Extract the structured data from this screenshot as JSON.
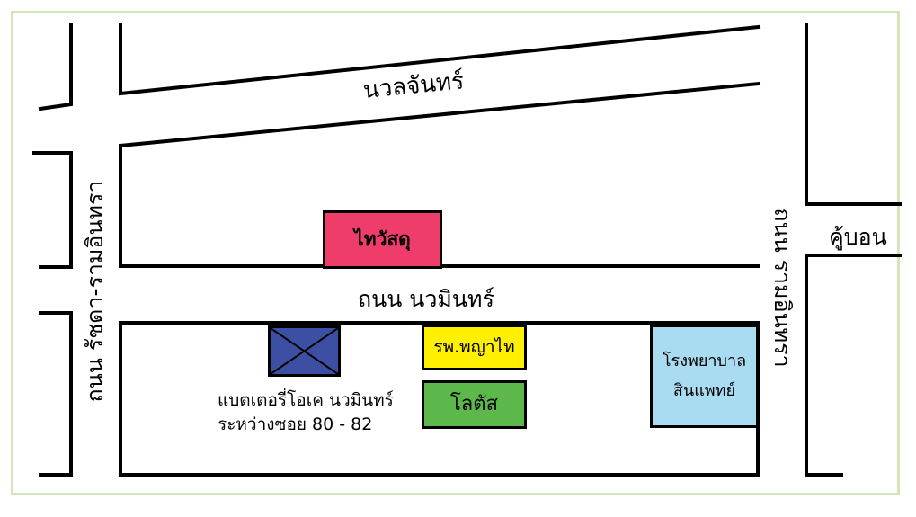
{
  "roads": {
    "nawalchan": "นวลจันทร์",
    "nawamin": "ถนน นวมินทร์",
    "ratchada_ramintra": "ถนน รัชดา-รามอินทรา",
    "ramintra": "ถนน รามอินทรา",
    "khubon": "คู้บอน"
  },
  "places": {
    "thaiwatsadu": "ไทวัสดุ",
    "phyathai_hospital": "รพ.พญาไท",
    "lotus": "โลตัส",
    "sinphaet_line1": "โรงพยาบาล",
    "sinphaet_line2": "สินแพทย์",
    "battery_shop_line1": "แบตเตอรี่โอเค นวมินทร์",
    "battery_shop_line2": "ระหว่างซอย 80 - 82"
  },
  "colors": {
    "thaiwatsadu": "#ee3d6b",
    "phyathai_hospital": "#ffef00",
    "lotus": "#5cb84a",
    "sinphaet": "#a9dcf0",
    "battery_shop": "#3d4fa3",
    "frame": "#d3e6b8"
  }
}
